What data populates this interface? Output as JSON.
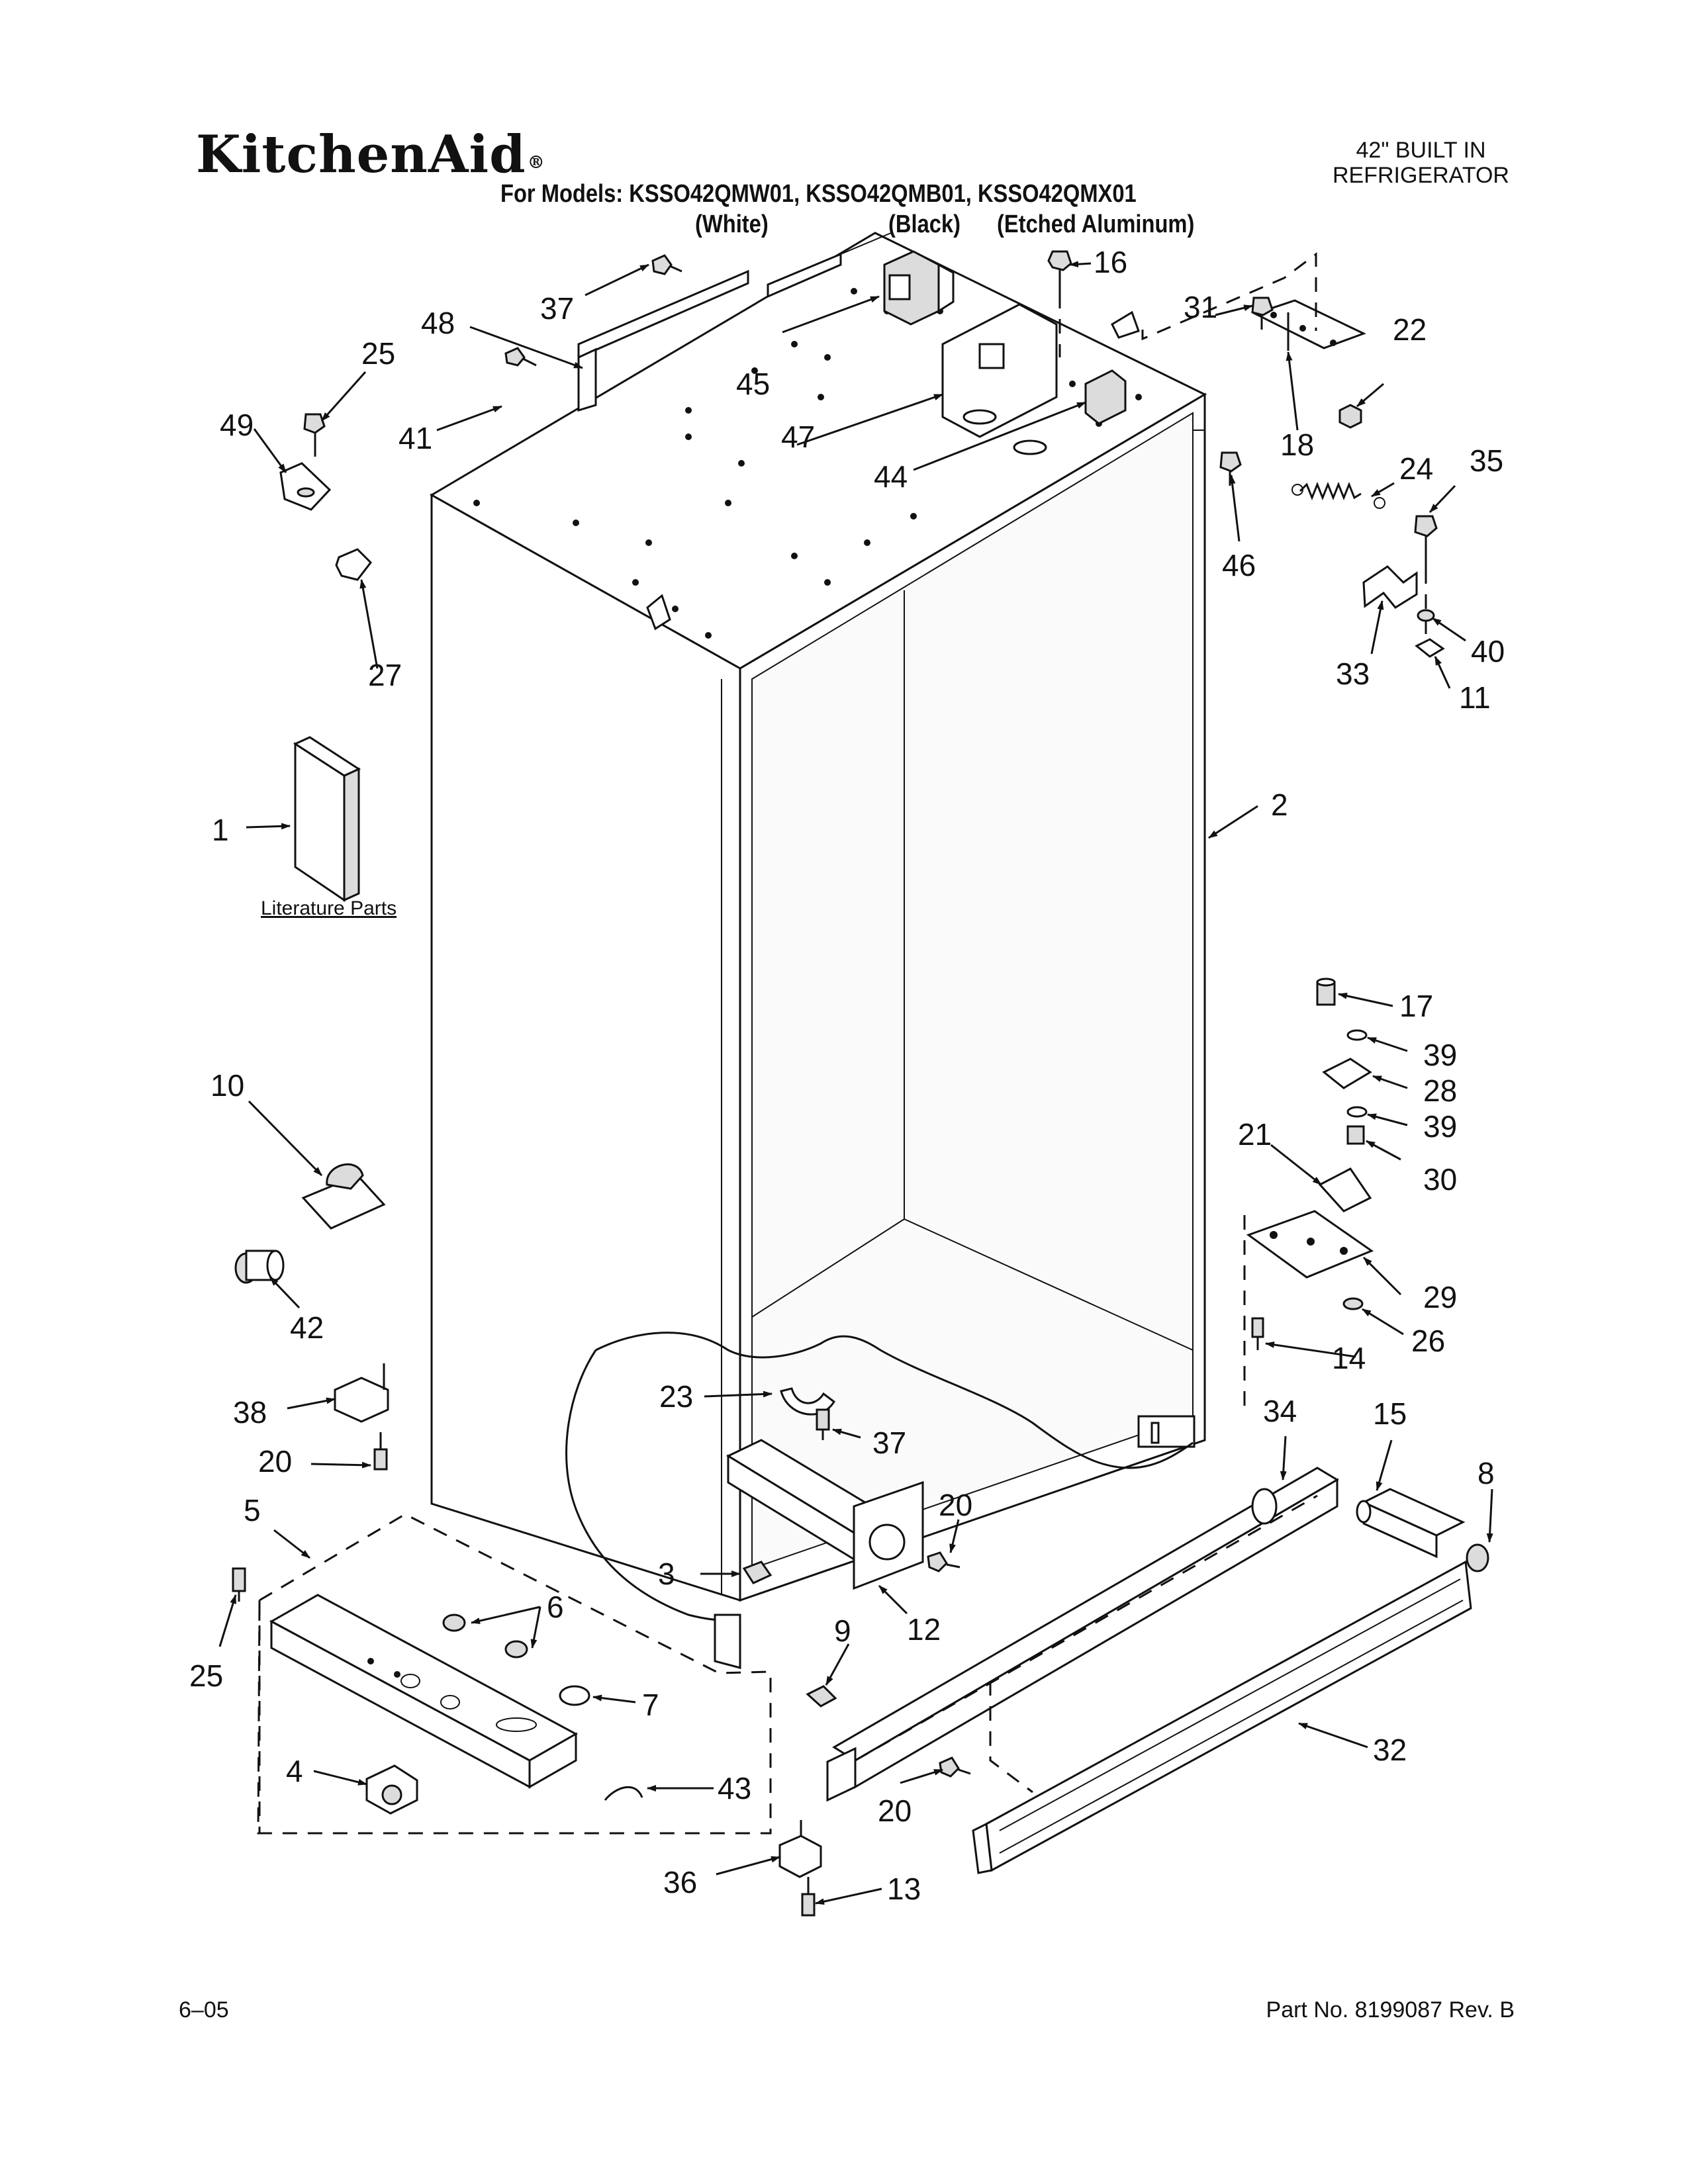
{
  "header": {
    "brand": "KitchenAid",
    "brand_mark": "®",
    "models": "For Models: KSSO42QMW01, KSSO42QMB01, KSSO42QMX01",
    "variants": [
      "(White)",
      "(Black)",
      "(Etched Aluminum)"
    ],
    "product_line1": "42\" BUILT IN",
    "product_line2": "REFRIGERATOR"
  },
  "footer": {
    "date_code": "6–05",
    "part_number": "Part No. 8199087 Rev. B"
  },
  "literature_label": "Literature Parts",
  "callouts": {
    "c1": "1",
    "c2": "2",
    "c3": "3",
    "c4": "4",
    "c5": "5",
    "c6": "6",
    "c7": "7",
    "c8": "8",
    "c9": "9",
    "c10": "10",
    "c11": "11",
    "c12": "12",
    "c13": "13",
    "c14": "14",
    "c15": "15",
    "c16": "16",
    "c17": "17",
    "c18": "18",
    "c20": "20",
    "c21": "21",
    "c22": "22",
    "c23": "23",
    "c24": "24",
    "c25": "25",
    "c26": "26",
    "c27": "27",
    "c28": "28",
    "c29": "29",
    "c30": "30",
    "c31": "31",
    "c32": "32",
    "c33": "33",
    "c34": "34",
    "c35": "35",
    "c36": "36",
    "c37": "37",
    "c38": "38",
    "c39": "39",
    "c40": "40",
    "c41": "41",
    "c42": "42",
    "c43": "43",
    "c44": "44",
    "c45": "45",
    "c46": "46",
    "c47": "47",
    "c48": "48",
    "c49": "49"
  }
}
